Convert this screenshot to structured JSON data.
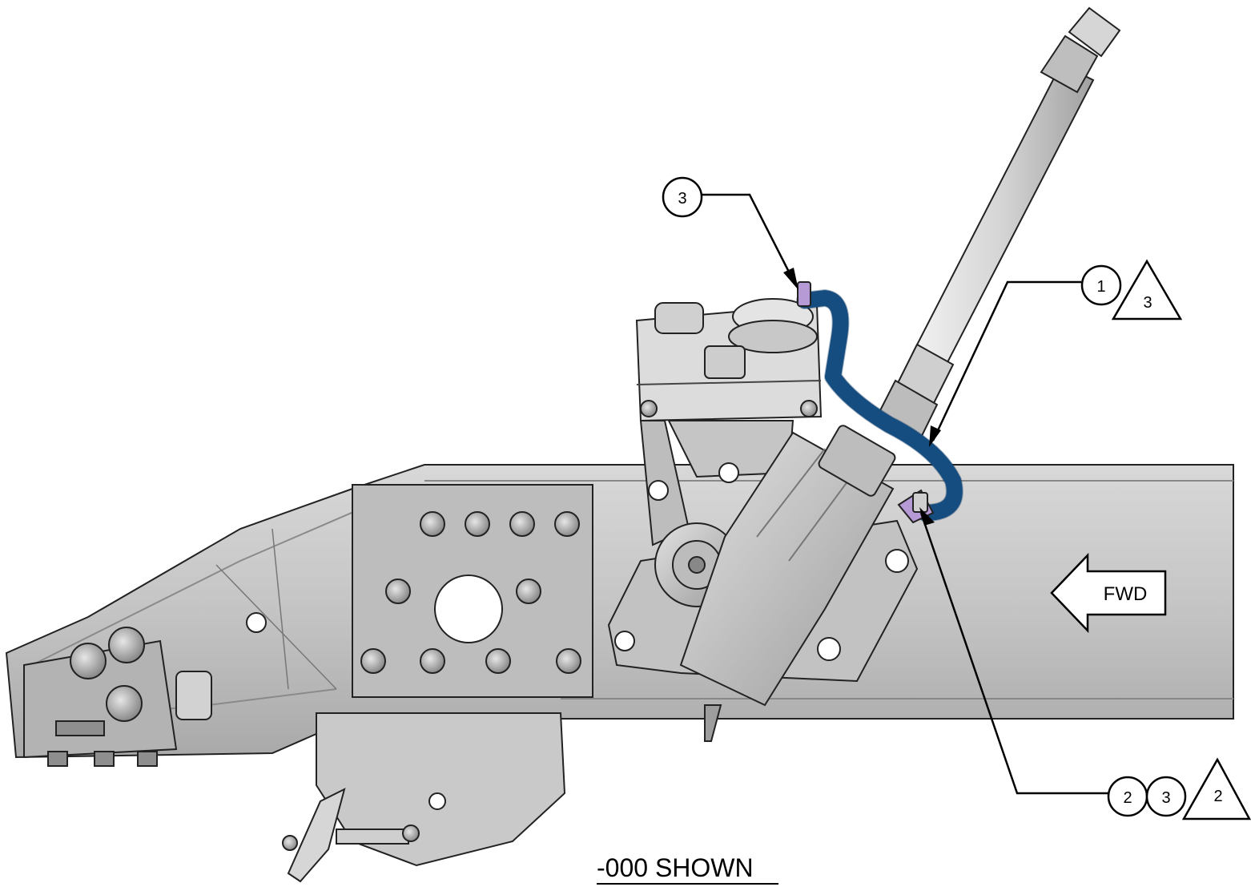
{
  "callouts": {
    "top_left": {
      "item": "3"
    },
    "top_right": {
      "item": "1",
      "note": "3"
    },
    "bottom_right": {
      "items": [
        "2",
        "3"
      ],
      "note": "2"
    }
  },
  "fwd_label": "FWD",
  "view_note": "-000 SHOWN",
  "colors": {
    "hose": "#1d5f97",
    "fitting": "#b59ad6",
    "frame": "#c7c7c7",
    "steel": "#9a9a9a",
    "outline": "#222222"
  }
}
